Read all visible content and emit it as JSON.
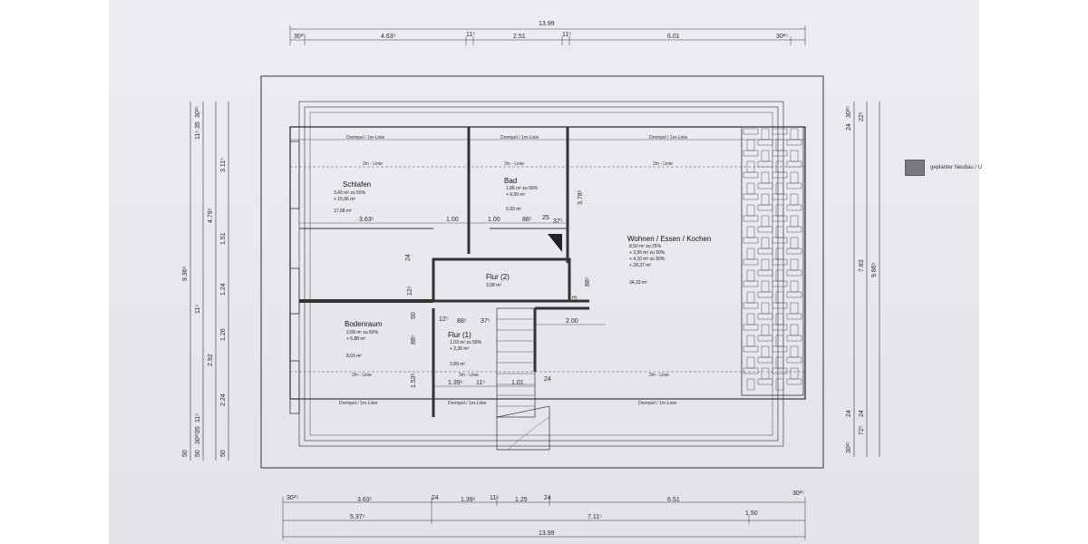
{
  "legend": {
    "label": "geplanter Neubau / U",
    "color": "#7a7a7c"
  },
  "dimensions": {
    "top": {
      "total": "13.99",
      "segs": [
        "30²⁵",
        "4.63⁵",
        "11⁵",
        "2.51",
        "11⁵",
        "6.01",
        "30²⁵"
      ]
    },
    "bottom": {
      "row1": [
        "30²⁵",
        "3.63⁵",
        "24",
        "1.39⁵",
        "11⁵",
        "1.25",
        "24",
        "6.51",
        "30²⁵"
      ],
      "row2": [
        "5.37⁵",
        "7.11⁵",
        "1.50"
      ],
      "total": "13.99"
    },
    "left": {
      "outer": "9.36⁵",
      "a": [
        "30²⁵",
        "35",
        "11⁵",
        "3.11⁵",
        "4.79⁵",
        "1.51",
        "1.24",
        "11⁵",
        "1.26",
        "2.92",
        "2.24",
        "11⁵",
        "35",
        "30²⁵",
        "50",
        "50",
        "50"
      ]
    },
    "right": {
      "a": [
        "30²⁵",
        "24",
        "22⁵",
        "7.83",
        "9.86⁵",
        "24",
        "72⁵",
        "30²⁵"
      ]
    },
    "interior": [
      "3.63⁵",
      "1.00",
      "1.00",
      "88⁵",
      "25",
      "37⁵",
      "3.78⁵",
      "88⁵",
      "2.00",
      "12⁵",
      "88⁵",
      "37⁵",
      "88⁵",
      "1.53⁵",
      "1.39⁵",
      "11⁵",
      "1.01",
      "24",
      "24",
      "12⁵",
      "50",
      "24",
      "23"
    ]
  },
  "lines": {
    "drempel": "Drempel / 1m-Linie",
    "two_m": "2m - Linie"
  },
  "rooms": {
    "schlafen": {
      "name": "Schlafen",
      "l1": "3,43 m² zu 50%",
      "l2": "+ 15,96 m²",
      "total": "17,68 m²"
    },
    "bad": {
      "name": "Bad",
      "l1": "1,86 m² zu 50%",
      "l2": "+ 6,00 m²",
      "total": "6,93 m²"
    },
    "wohnen": {
      "name": "Wohnen / Essen / Kochen",
      "l1": "8,50 m² zu 25%",
      "l2": "+ 3,56 m² zu 50%",
      "l3": "+ 4,10 m² zu 50%",
      "l4": "+ 28,37 m²",
      "total": "34,33 m²"
    },
    "flur2": {
      "name": "Flur (2)",
      "total": "3,98 m²"
    },
    "bodenraum": {
      "name": "Bodenraum",
      "l1": "2,68 m² zu 50%",
      "l2": "+ 6,88 m²",
      "total": "8,03 m²"
    },
    "flur1": {
      "name": "Flur (1)",
      "l1": "1,03 m² zu 50%",
      "l2": "+ 2,36 m²",
      "total": "2,89 m²"
    }
  }
}
